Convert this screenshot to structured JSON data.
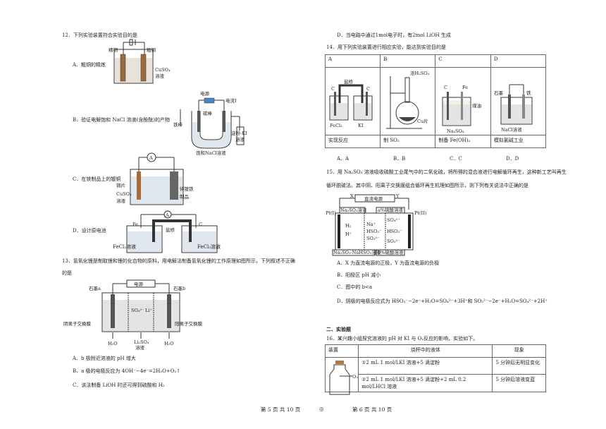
{
  "left": {
    "q12": {
      "stem": "12．下列实验装置符合实验目的是",
      "A": "A．粗铜的精炼",
      "B": "B．验证电解饱和 NaCl 溶液(含酚酞)的产物",
      "C": "C．在铁制品上的镀铜",
      "D": "D．设计原电池",
      "figA": {
        "l1": "精铜",
        "l2": "粗铜",
        "l3": "CuSO₄",
        "l4": "溶液"
      },
      "figB": {
        "l1": "电源",
        "l2": "电流I",
        "l3": "碳棒",
        "l4": "铁棒",
        "l5": "淀粉-KI",
        "l6": "溶液",
        "l7": "饱和NaCl溶液"
      },
      "figC": {
        "l1": "A",
        "l2": "铜片",
        "l3": "CuSO₄",
        "l4": "溶液",
        "l5": "待镀铁",
        "l6": "制品"
      },
      "figD": {
        "l1": "A",
        "l2": "Fe",
        "l3": "C",
        "l4": "盐桥",
        "l5": "FeCl₂溶液",
        "l6": "FeCl₃溶液"
      }
    },
    "q13": {
      "stem1": "13．氢氧化锂是制取锂和锂的化合物的原料，用电解法制备氢氧化锂的工作原理如图所示，下列叙述不正确",
      "stem2": "的是",
      "fig": {
        "l1": "电源",
        "l2": "石墨a",
        "l3": "石墨b",
        "l4": "SO₄²⁻",
        "l5": "Li⁺",
        "l6": "阴离子交换膜",
        "l7": "阳离子交换膜",
        "l8": "H₂O",
        "l9": "Li₂SO₄",
        "l10": "溶液",
        "l11": "H₂O"
      },
      "A": "A．b 极附近溶液的 pH 增大",
      "B": "B．a 极的电极反应为 4OH⁻−4e⁻=2H₂O+O₂↑",
      "C": "C．该法制备 LiOH 时还可得到硫酸和 H₂"
    }
  },
  "right": {
    "q13D": "D．当电路中通过1mol电子时，有2mol LiOH 生成",
    "q14": {
      "stem": "14．用下列实验装置进行相应实验，能达到实验目的是",
      "heads": [
        "A",
        "B",
        "C",
        "D"
      ],
      "figA": {
        "l1": "盐桥",
        "l2": "C",
        "l3": "C",
        "l4": "FeCl₃",
        "l5": "KI"
      },
      "figB": {
        "l1": "浓H₂SO₄",
        "l2": "Cu片"
      },
      "figC": {
        "l1": "C",
        "l2": "Fe",
        "l3": "煤油",
        "l4": "Na₂SO₄"
      },
      "figD": {
        "l1": "石墨",
        "l2": "铁",
        "l3": "NaCl溶液"
      },
      "cap": [
        "实现反应",
        "制 SO₂",
        "制备 Fe(OH)₂",
        "模拟氯碱工业"
      ],
      "ans": [
        "A．A",
        "B．B",
        "C．C",
        "D．D"
      ]
    },
    "q15": {
      "stem1": "15．用 Na₂SO₃ 溶液吸收硫酸工业尾气中的二氧化硫，将所得的混合液进行电解循环再生，这种新工艺叫再生",
      "stem2": "循环脱硫法。其中阴、阳离子交换膜组合循环再生机理如图所示，则下列有关说法中正确的是",
      "fig": {
        "l1": "X",
        "l2": "Y",
        "l3": "直流电源",
        "l4": "Pt(I)",
        "l5": "Pt(II)",
        "l6": "Na₂SO₃溶液",
        "l7": "a%硫酸溶液",
        "l8": "H₂",
        "l9": "H⁺",
        "l10": "Na⁺",
        "l11": "HSO₃⁻",
        "l12": "HSO₃⁻",
        "l13": "SO₃²⁻",
        "l14": "SO₄²⁻",
        "l15": "SO₃²⁻",
        "l16": "Na₂SO₃-NaHSO₃溶液",
        "l17": "b%硫酸溶液"
      },
      "A": "A．X 为直流电源的正极，Y 为直流电源的负极",
      "B": "B．阳极区 pH 减小",
      "C": "C．图中的 b<a",
      "D": "D．阴极的电极反应式为 HSO₃⁻−2e⁻+H₂O=SO₄²⁻+3H⁺和 SO₃²⁻−2e⁻+H₂O=SO₄²⁻+2H⁺"
    },
    "sec2": "二、实验题",
    "q16": {
      "stem": "16．某兴趣小组探究溶液的 pH 对 KI 与 O₂反应的影响，实验如下。",
      "heads": [
        "装置",
        "烧杯中的液体",
        "现象"
      ],
      "rows": [
        [
          "①2 mL 1 mol/LKI 溶液+5 滴淀粉",
          "5 分钟后无明显变化"
        ],
        [
          "②2 mL 1 mol/LKI 溶液+5 滴淀粉+2 mL 0.2 mol/LHCl 溶液",
          "5 分钟后溶液变蓝"
        ]
      ],
      "figlbl": "O₂"
    }
  },
  "footer": {
    "left": "第 5 页  共 10 页",
    "mid": "◎",
    "right": "第 6 页  共 10 页"
  }
}
